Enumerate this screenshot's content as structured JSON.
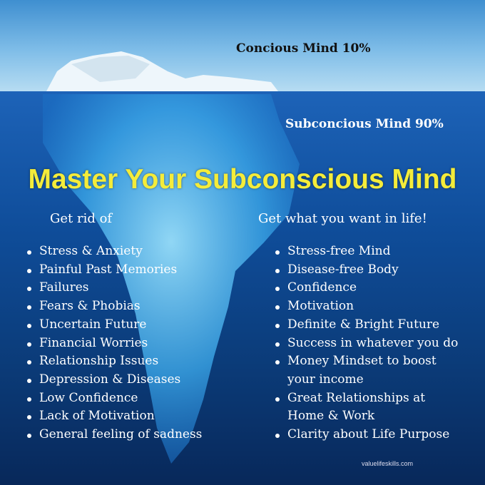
{
  "labels": {
    "conscious": "Concious Mind 10%",
    "subconscious": "Subconcious Mind 90%"
  },
  "title": "Master Your Subconscious Mind",
  "left": {
    "header": "Get rid of",
    "items": [
      "Stress & Anxiety",
      "Painful Past Memories",
      "Failures",
      "Fears & Phobias",
      "Uncertain Future",
      "Financial Worries",
      "Relationship Issues",
      "Depression & Diseases",
      "Low Confidence",
      "Lack of Motivation",
      "General feeling of sadness"
    ]
  },
  "right": {
    "header": "Get what you want in life!",
    "items": [
      "Stress-free Mind",
      "Disease-free Body",
      "Confidence",
      "Motivation",
      "Definite & Bright Future",
      "Success in whatever you do",
      "Money Mindset to boost",
      "your income",
      "Great Relationships at",
      "Home & Work",
      "Clarity about Life Purpose"
    ]
  },
  "footer": "valuelifeskills.com"
}
